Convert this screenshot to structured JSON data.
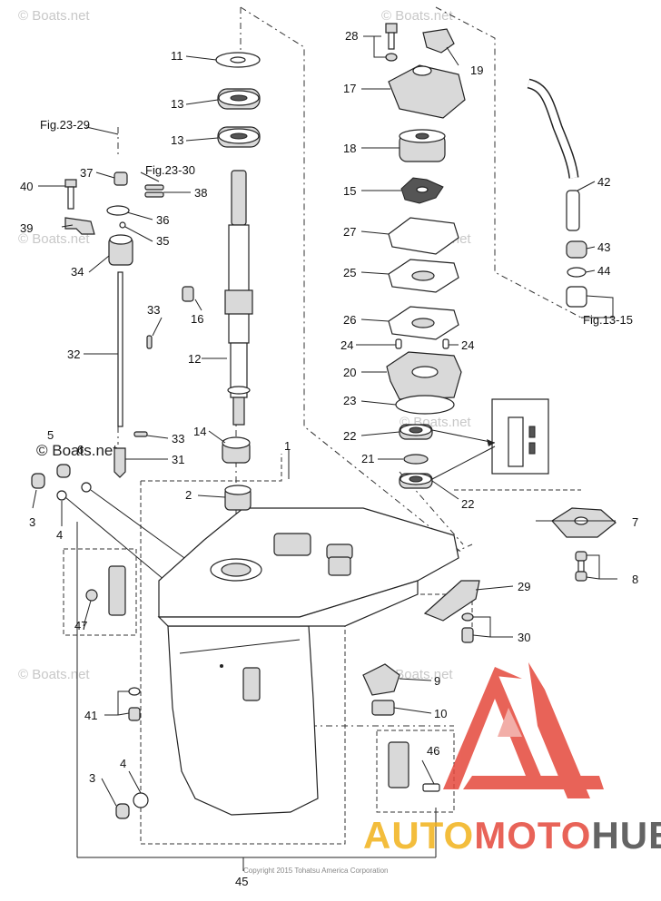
{
  "watermark_text": "© Boats.net",
  "watermark_prominent": "© Boats.net",
  "copyright": "Copyright 2015 Tohatsu America Corporation",
  "logo": {
    "text_a": "AUTO",
    "text_b": "MOTO",
    "text_c": "HUB",
    "color_red": "#e5483c",
    "color_yellow": "#f2b21b",
    "color_dark": "#4a4a4a"
  },
  "refs": {
    "fig2329": "Fig.23-29",
    "fig2330": "Fig.23-30",
    "fig1315": "Fig.13-15"
  },
  "callouts": {
    "c1": "1",
    "c2": "2",
    "c3a": "3",
    "c3b": "3",
    "c4a": "4",
    "c4b": "4",
    "c5": "5",
    "c6": "6",
    "c7": "7",
    "c8": "8",
    "c9": "9",
    "c10": "10",
    "c11": "11",
    "c12": "12",
    "c13a": "13",
    "c13b": "13",
    "c14": "14",
    "c15": "15",
    "c16": "16",
    "c17": "17",
    "c18": "18",
    "c19": "19",
    "c20": "20",
    "c21": "21",
    "c22a": "22",
    "c22b": "22",
    "c23": "23",
    "c24a": "24",
    "c24b": "24",
    "c25": "25",
    "c26": "26",
    "c27": "27",
    "c28": "28",
    "c29": "29",
    "c30": "30",
    "c31": "31",
    "c32": "32",
    "c33a": "33",
    "c33b": "33",
    "c34": "34",
    "c35": "35",
    "c36": "36",
    "c37": "37",
    "c38": "38",
    "c39": "39",
    "c40": "40",
    "c41": "41",
    "c42": "42",
    "c43": "43",
    "c44": "44",
    "c45": "45",
    "c46": "46",
    "c47": "47"
  }
}
